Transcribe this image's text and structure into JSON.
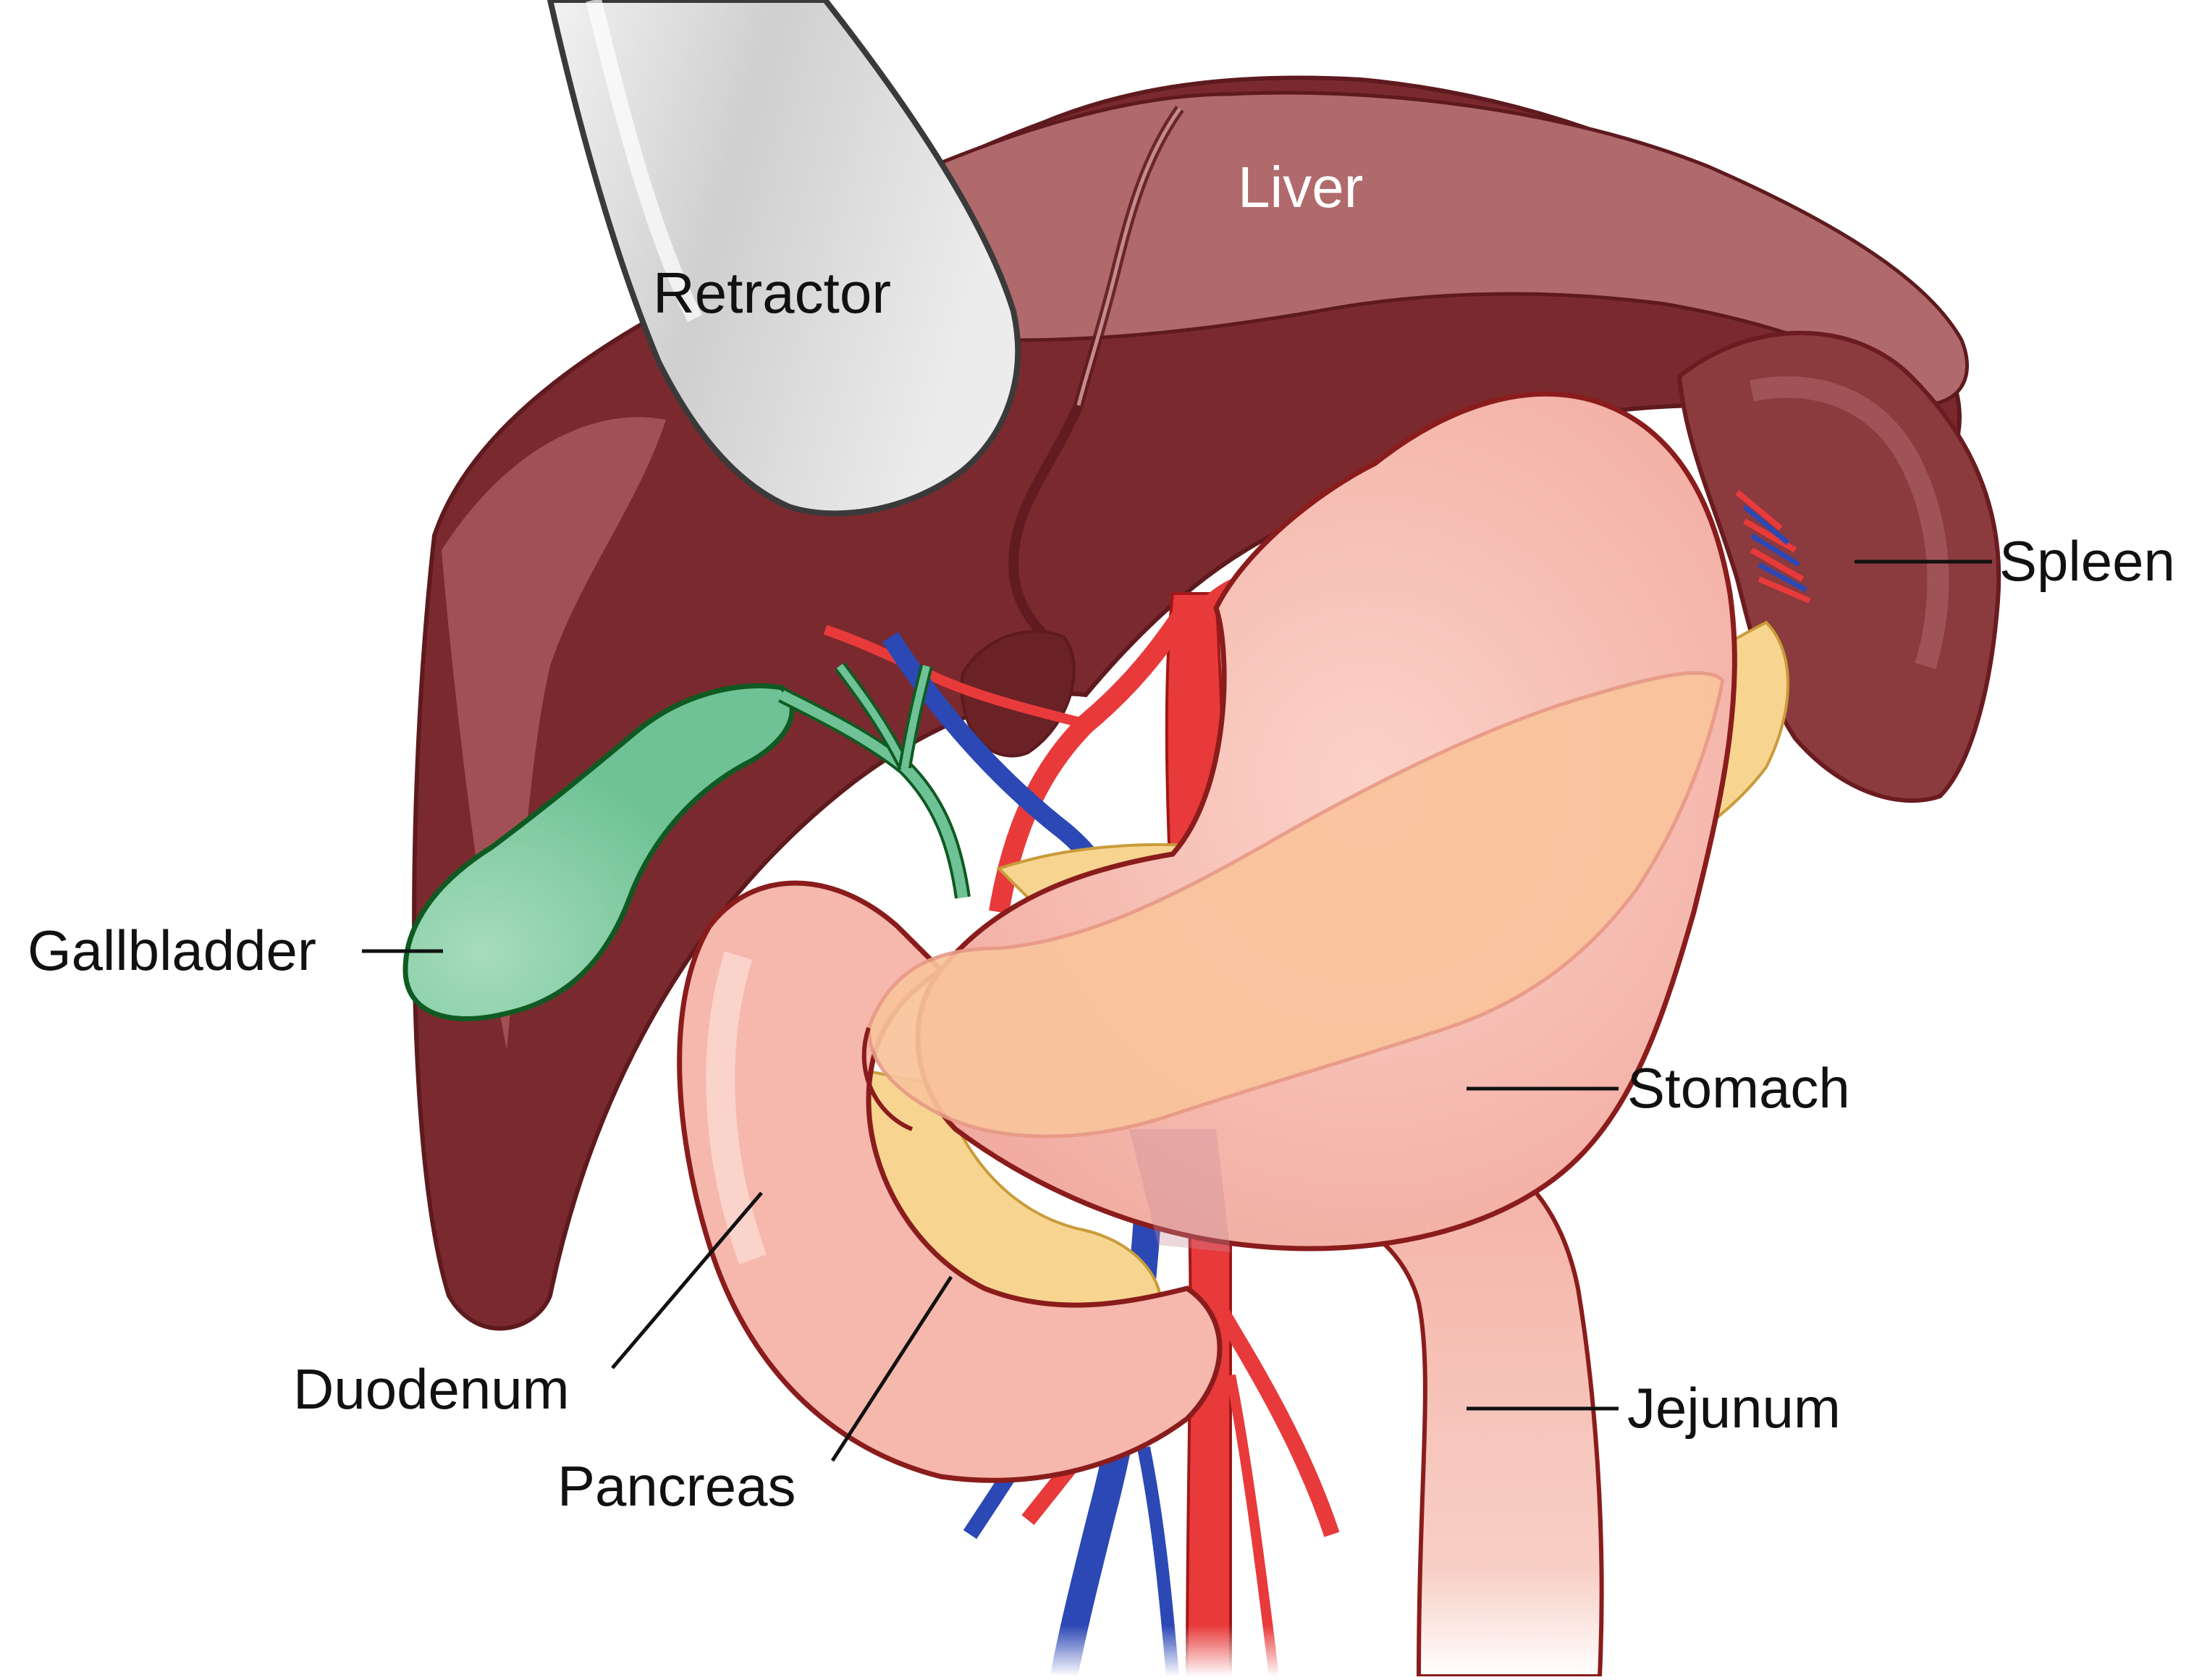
{
  "labels": {
    "liver": "Liver",
    "retractor": "Retractor",
    "spleen": "Spleen",
    "gallbladder": "Gallbladder",
    "stomach": "Stomach",
    "duodenum": "Duodenum",
    "pancreas": "Pancreas",
    "jejunum": "Jejunum"
  },
  "colors": {
    "liver": "#7a2a2e",
    "liver_highlight": "#b06a6c",
    "liver_outline": "#5e1a1e",
    "gallbladder": "#6fc296",
    "gallbladder_outline": "#0f5a22",
    "stomach": "#f6b7ad",
    "stomach_fold": "#f9c49c",
    "pancreas": "#f7d591",
    "artery": "#e83a3a",
    "vein": "#2c48b5",
    "retractor": "#d6d6d6",
    "organ_outline": "#8a1c1c"
  }
}
